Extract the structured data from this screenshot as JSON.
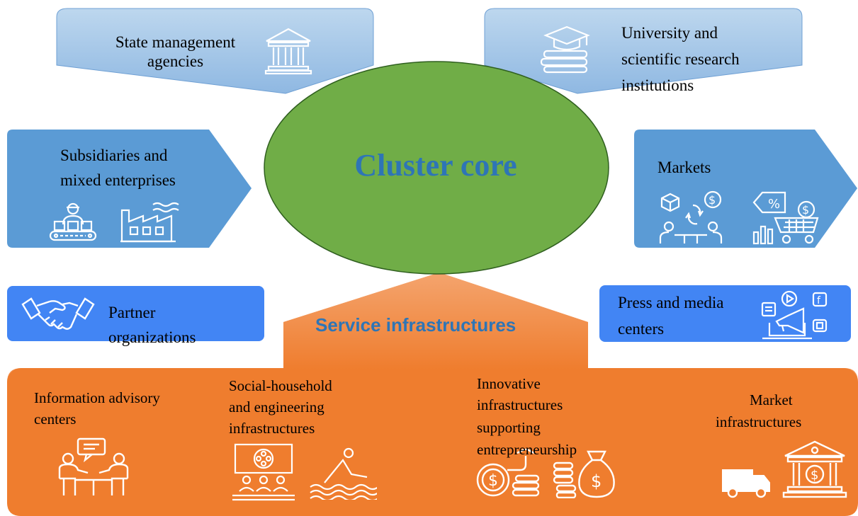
{
  "core": {
    "title": "Cluster core"
  },
  "top_left": {
    "label": "State management agencies",
    "icon": "government-building-icon"
  },
  "top_right": {
    "label_line1": "University and",
    "label_line2": "scientific research",
    "label_line3": "institutions",
    "icon": "graduation-books-icon"
  },
  "mid_left": {
    "label_line1": "Subsidiaries and",
    "label_line2": "mixed enterprises",
    "icons": [
      "worker-conveyor-icon",
      "factory-icon"
    ]
  },
  "mid_right": {
    "label": "Markets",
    "icons": [
      "trade-exchange-icon",
      "shopping-cart-discount-icon"
    ]
  },
  "partner": {
    "label_line1": "Partner",
    "label_line2": "organizations",
    "icon": "handshake-icon"
  },
  "press": {
    "label_line1": "Press and media",
    "label_line2": "centers",
    "icon": "media-megaphone-icon"
  },
  "service": {
    "title": "Service infrastructures",
    "items": [
      {
        "line1": "Information advisory",
        "line2": "centers",
        "icon": "consulting-meeting-icon"
      },
      {
        "line1": "Social-household",
        "line2": "and engineering",
        "line3": "infrastructures",
        "icons": [
          "cinema-audience-icon",
          "swimming-icon"
        ]
      },
      {
        "line1": "Innovative",
        "line2": "infrastructures",
        "line3": "supporting",
        "line4": "entrepreneurship",
        "icons": [
          "money-coins-icon",
          "money-bag-icon"
        ]
      },
      {
        "line1": "Market",
        "line2": "infrastructures",
        "icons": [
          "delivery-truck-icon",
          "bank-icon"
        ]
      }
    ]
  },
  "colors": {
    "light_blue": "#9dc3e6",
    "mid_blue": "#5b9bd5",
    "bright_blue": "#4285f4",
    "green": "#70ad47",
    "orange": "#ef7d2e",
    "title_blue": "#2e75b6"
  }
}
